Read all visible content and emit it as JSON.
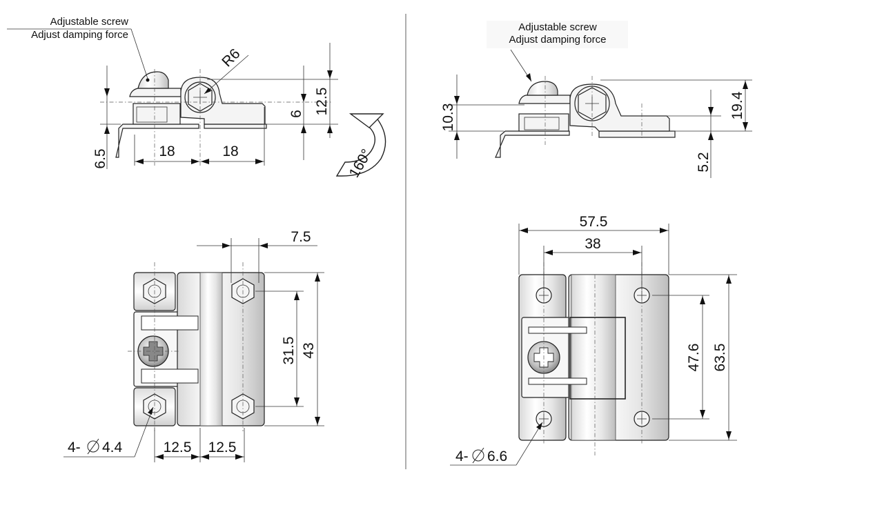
{
  "views": {
    "small_side": {
      "screw_label": "Adjustable screw",
      "damping_label": "Adjust damping force",
      "radius": "R6",
      "rotation": "160°",
      "dims": {
        "d1": "6.5",
        "d2": "18",
        "d3": "18",
        "d4": "6",
        "d5": "12.5"
      }
    },
    "large_side": {
      "screw_label": "Adjustable screw",
      "damping_label": "Adjust damping force",
      "dims": {
        "d1": "10.3",
        "d2": "19.4",
        "d3": "5.2"
      }
    },
    "small_front": {
      "dims": {
        "d1": "7.5",
        "d2": "31.5",
        "d3": "43",
        "d4": "12.5",
        "d5": "12.5"
      },
      "hole_label": "4-",
      "hole_dia": "4.4"
    },
    "large_front": {
      "dims": {
        "d1": "57.5",
        "d2": "38",
        "d3": "47.6",
        "d4": "63.5"
      },
      "hole_label": "4-",
      "hole_dia": "6.6"
    }
  }
}
